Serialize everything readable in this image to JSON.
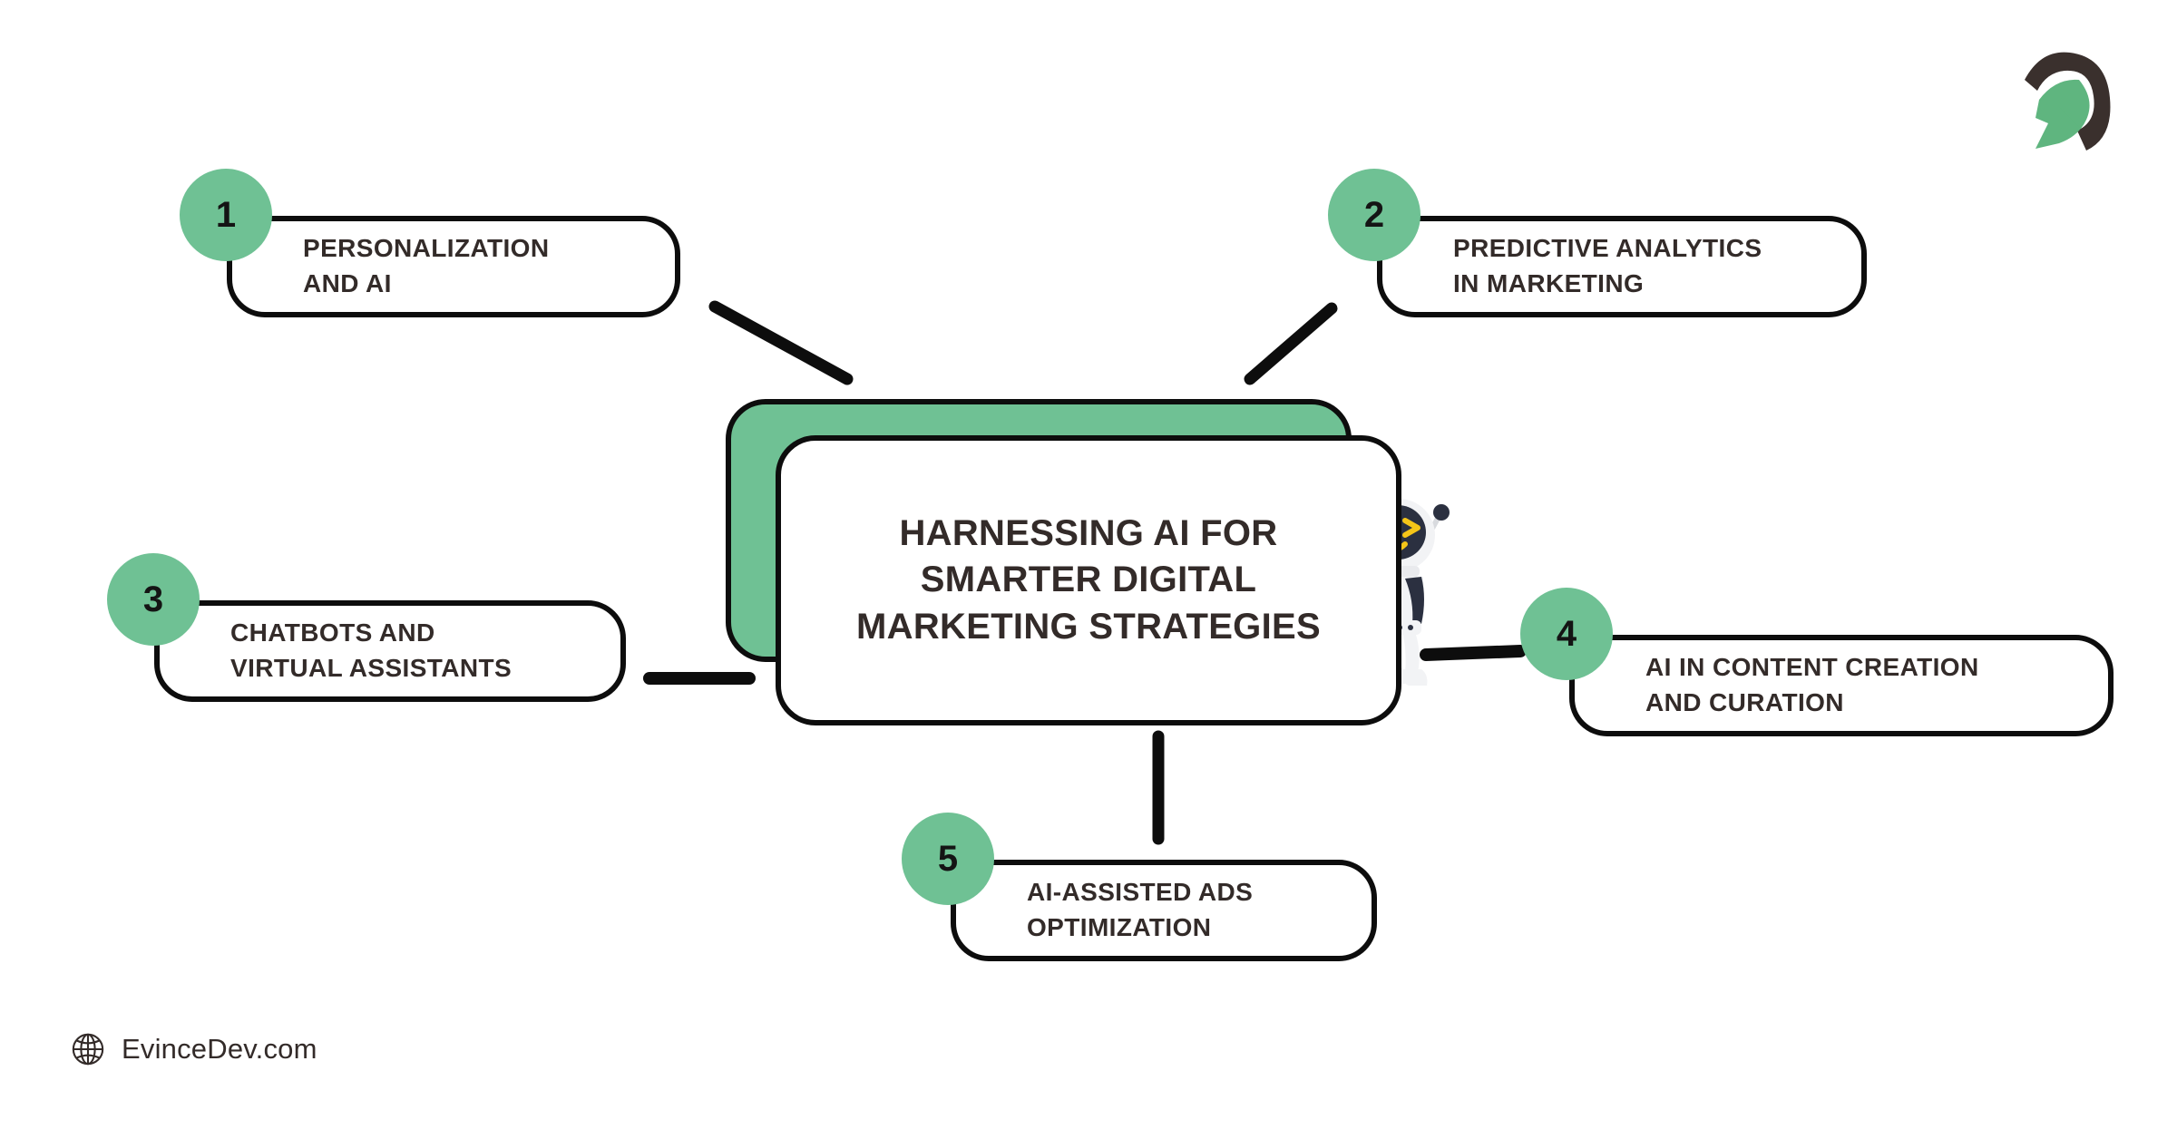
{
  "theme": {
    "background": "#ffffff",
    "accent_green": "#6fc194",
    "ink": "#0d0d0d",
    "text": "#332b29",
    "robot_yellow": "#f5c518"
  },
  "center": {
    "title": "HARNESSING AI FOR SMARTER DIGITAL MARKETING STRATEGIES",
    "title_lines": [
      "HARNESSING AI FOR",
      "SMARTER DIGITAL",
      "MARKETING STRATEGIES"
    ]
  },
  "nodes": [
    {
      "number": "1",
      "label": "PERSONALIZATION AND AI",
      "label_lines": [
        "PERSONALIZATION",
        "AND AI"
      ],
      "position": "top-left"
    },
    {
      "number": "2",
      "label": "PREDICTIVE ANALYTICS IN MARKETING",
      "label_lines": [
        "PREDICTIVE ANALYTICS",
        "IN MARKETING"
      ],
      "position": "top-right"
    },
    {
      "number": "3",
      "label": "CHATBOTS AND VIRTUAL ASSISTANTS",
      "label_lines": [
        "CHATBOTS AND",
        "VIRTUAL ASSISTANTS"
      ],
      "position": "middle-left"
    },
    {
      "number": "4",
      "label": "AI IN CONTENT CREATION AND CURATION",
      "label_lines": [
        "AI IN CONTENT CREATION",
        "AND CURATION"
      ],
      "position": "middle-right"
    },
    {
      "number": "5",
      "label": "AI-ASSISTED ADS OPTIMIZATION",
      "label_lines": [
        "AI-ASSISTED ADS",
        "OPTIMIZATION"
      ],
      "position": "bottom-center"
    }
  ],
  "footer": {
    "site": "EvinceDev.com",
    "icon": "globe-icon"
  },
  "brand": {
    "logo_icon": "evincedev-helmet-logo"
  },
  "chart_data": {
    "type": "diagram",
    "layout": "hub-and-spoke",
    "title": "HARNESSING AI FOR SMARTER DIGITAL MARKETING STRATEGIES",
    "hub": "HARNESSING AI FOR SMARTER DIGITAL MARKETING STRATEGIES",
    "spokes": [
      "PERSONALIZATION AND AI",
      "PREDICTIVE ANALYTICS IN MARKETING",
      "CHATBOTS AND VIRTUAL ASSISTANTS",
      "AI IN CONTENT CREATION AND CURATION",
      "AI-ASSISTED ADS OPTIMIZATION"
    ],
    "spoke_count": 5
  }
}
